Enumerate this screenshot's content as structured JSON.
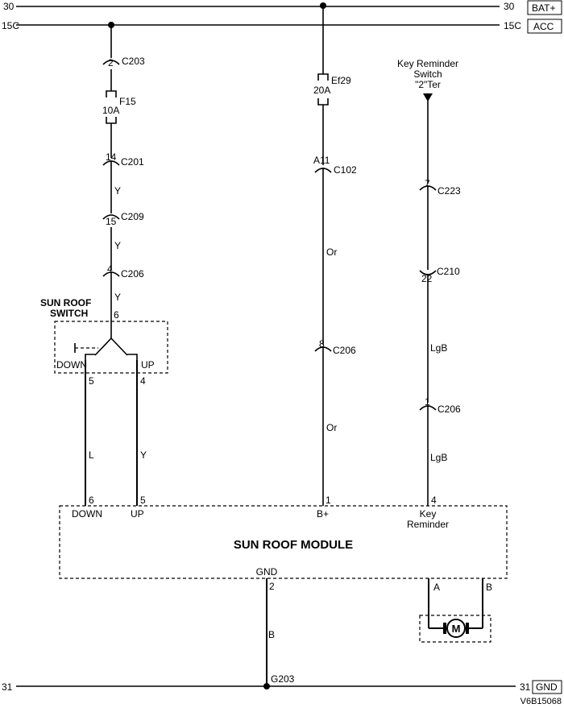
{
  "rails": {
    "top_left": "30",
    "top_right": "30",
    "top_badge": "BAT+",
    "acc_left": "15C",
    "acc_right": "15C",
    "acc_badge": "ACC",
    "gnd_left": "31",
    "gnd_right": "31",
    "gnd_badge": "GND"
  },
  "left_branch": {
    "c203_pin": "2",
    "c203": "C203",
    "fuse_name": "F15",
    "fuse_rating": "10A",
    "c201_pin": "14",
    "c201": "C201",
    "wire1": "Y",
    "c209_pin": "15",
    "c209": "C209",
    "wire2": "Y",
    "c206_pin": "4",
    "c206": "C206",
    "wire3": "Y"
  },
  "switch": {
    "title_line1": "SUN ROOF",
    "title_line2": "SWITCH",
    "pin_top": "6",
    "down_label": "DOWN",
    "up_label": "UP",
    "pin_down": "5",
    "pin_up": "4",
    "wire_down": "L",
    "wire_up": "Y"
  },
  "middle_branch": {
    "fuse_name": "Ef29",
    "fuse_rating": "20A",
    "c102_pin": "A11",
    "c102": "C102",
    "wire1": "Or",
    "c206_pin": "8",
    "c206": "C206",
    "wire2": "Or"
  },
  "right_branch": {
    "src_line1": "Key Reminder",
    "src_line2": "Switch",
    "src_line3": "\"2\"Ter",
    "c223_pin": "7",
    "c223": "C223",
    "c210_pin": "22",
    "c210": "C210",
    "wire1": "LgB",
    "c206_pin": "1",
    "c206": "C206",
    "wire2": "LgB"
  },
  "module": {
    "title": "SUN ROOF MODULE",
    "pin_down": "6",
    "down_label": "DOWN",
    "pin_up": "5",
    "up_label": "UP",
    "pin_bplus": "1",
    "bplus_label": "B+",
    "pin_key": "4",
    "key_line1": "Key",
    "key_line2": "Reminder",
    "gnd_label": "GND",
    "gnd_pin": "2",
    "motor_a": "A",
    "motor_b": "B",
    "motor_symbol": "M"
  },
  "ground": {
    "wire": "B",
    "point": "G203"
  },
  "diagram_id": "V6B15068"
}
